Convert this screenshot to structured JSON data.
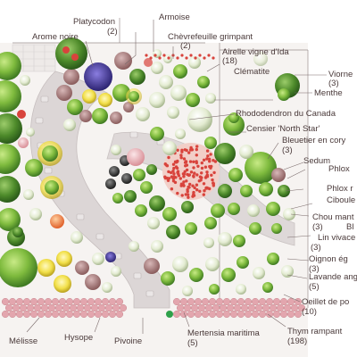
{
  "plants": {
    "platycodon": {
      "name": "Platycodon",
      "count": "(2)"
    },
    "armoise": {
      "name": "Armoise"
    },
    "arome_noire": {
      "name": "Arome noire"
    },
    "chevrefeuille": {
      "name": "Chèvrefeuille grimpant",
      "count": "(2)"
    },
    "airelle": {
      "name": "Airelle vigne d'Ida",
      "count": "(18)"
    },
    "clematite": {
      "name": "Clématite"
    },
    "viorne": {
      "name": "Viorne",
      "count": "(3)"
    },
    "menthe": {
      "name": "Menthe"
    },
    "rhododendron": {
      "name": "Rhododendron du Canada"
    },
    "censier": {
      "name": "Censier 'North Star'"
    },
    "bleuetier": {
      "name": "Bleuetier en cory",
      "count": "(3)"
    },
    "sedum": {
      "name": "Sedum"
    },
    "phlox": {
      "name": "Phlox"
    },
    "phlox_r": {
      "name": "Phlox r"
    },
    "ciboule": {
      "name": "Ciboule"
    },
    "chou_mant": {
      "name": "Chou mant",
      "count": "(3)"
    },
    "bl": {
      "name": "Bl"
    },
    "lin_vivace": {
      "name": "Lin vivace",
      "count": "(3)"
    },
    "oignon": {
      "name": "Oignon ég",
      "count": "(3)"
    },
    "lavande": {
      "name": "Lavande ang",
      "count": "(5)"
    },
    "oeillet": {
      "name": "Oeillet de po",
      "count": "(10)"
    },
    "melisse": {
      "name": "Mélisse"
    },
    "hysope": {
      "name": "Hysope"
    },
    "pivoine": {
      "name": "Pivoine"
    },
    "mertensia": {
      "name": "Mertensia maritima",
      "count": "(5)"
    },
    "thym": {
      "name": "Thym rampant",
      "count": "(198)"
    }
  },
  "colors": {
    "path": "#d9d3d3",
    "path_edge": "#c4bcbc",
    "lawn": "#f4f1ef",
    "brick": "#e3a6ae",
    "foliage_dark": "#4d8a2a",
    "foliage_light": "#9acd5a",
    "red_berry": "#d8433c",
    "purple": "#4a3fa0",
    "label": "#4a3a3a"
  }
}
